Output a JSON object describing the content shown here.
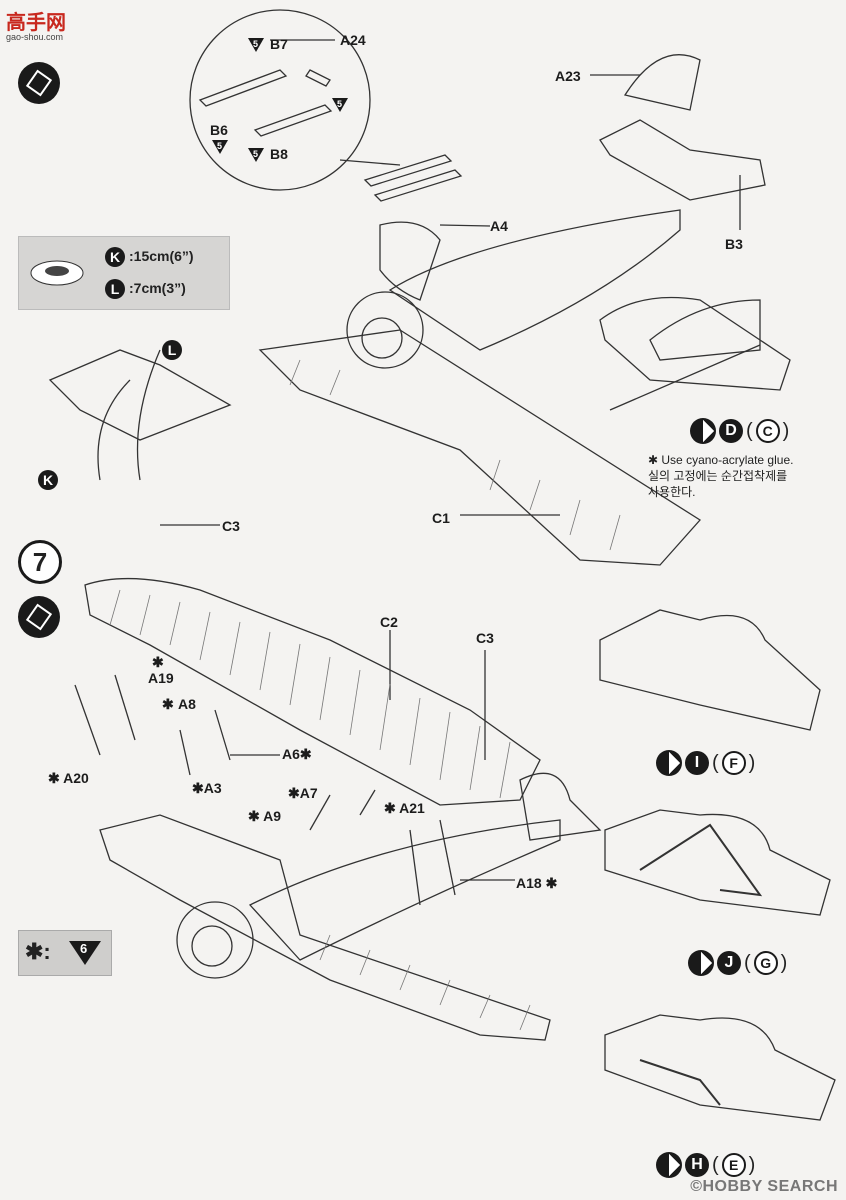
{
  "logo": {
    "text": "高手网",
    "sub": "gao-shou.com"
  },
  "step7": {
    "number": "7"
  },
  "thread": {
    "k_letter": "K",
    "k_length": ":15cm(6”)",
    "l_letter": "L",
    "l_length": ":7cm(3”)"
  },
  "labels": {
    "A24": "A24",
    "B7": "B7",
    "B6": "B6",
    "B8": "B8",
    "A23": "A23",
    "A4": "A4",
    "B3": "B3",
    "C1": "C1",
    "C3_top": "C3",
    "C2": "C2",
    "C3_right": "C3",
    "A19": "A19",
    "A8": "A8",
    "A6": "A6✱",
    "A20": "✱ A20",
    "A3": "✱A3",
    "A7": "✱A7",
    "A9": "✱ A9",
    "A21": "✱ A21",
    "A18": "A18 ✱",
    "A19_star": "✱",
    "A8_star": "✱",
    "wire_L": "L",
    "wire_K": "K",
    "badge5": "5"
  },
  "note": {
    "line1": "✱ Use cyano-acrylate glue.",
    "line2": "실의 고정에는 순간접착제를",
    "line3": "사용한다."
  },
  "refs": [
    {
      "main": "D",
      "alt": "C"
    },
    {
      "main": "I",
      "alt": "F"
    },
    {
      "main": "J",
      "alt": "G"
    },
    {
      "main": "H",
      "alt": "E"
    }
  ],
  "paint": {
    "star": "✱:",
    "color_number": "6"
  },
  "watermark": "©HOBBY SEARCH"
}
